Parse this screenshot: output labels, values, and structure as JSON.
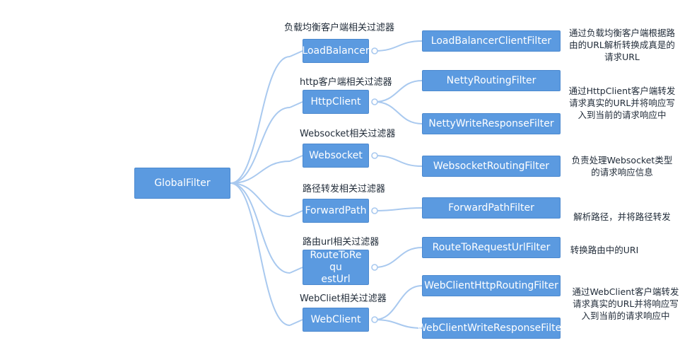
{
  "root": {
    "label": "GlobalFilter"
  },
  "groups": [
    {
      "title": "负载均衡客户端相关过滤器",
      "node": "LoadBalancer",
      "filters": [
        "LoadBalancerClientFilter"
      ],
      "description": [
        "通过负载均衡客户端根据路",
        "由的URL解析转换成真是的",
        "请求URL"
      ]
    },
    {
      "title": "http客户端相关过滤器",
      "node": "HttpClient",
      "filters": [
        "NettyRoutingFilter",
        "NettyWriteResponseFilter"
      ],
      "description": [
        "通过HttpClient客户端转发",
        "请求真实的URL并将响应写",
        "入到当前的请求响应中"
      ]
    },
    {
      "title": "Websocket相关过滤器",
      "node": "Websocket",
      "filters": [
        "WebsocketRoutingFilter"
      ],
      "description": [
        "负责处理Websocket类型",
        "的请求响应信息"
      ]
    },
    {
      "title": "路径转发相关过滤器",
      "node": "ForwardPath",
      "filters": [
        "ForwardPathFilter"
      ],
      "description": [
        "解析路径，并将路径转发"
      ]
    },
    {
      "title": "路由url相关过滤器",
      "node": "RouteToRequestUrl",
      "node_lines": [
        "RouteToRequ",
        "estUrl"
      ],
      "filters": [
        "RouteToRequestUrlFilter"
      ],
      "description": [
        "转换路由中的URI"
      ]
    },
    {
      "title": "WebCliet相关过滤器",
      "node": "WebClient",
      "filters": [
        "WebClientHttpRoutingFilter",
        "WebClientWriteResponseFilter"
      ],
      "description": [
        "通过WebClient客户端转发",
        "请求真实的URL并将响应写",
        "入到当前的请求响应中"
      ]
    }
  ],
  "colors": {
    "node_fill": "#5b9ae0",
    "node_border": "#4c89cf",
    "connector": "#a9c9ef",
    "node_text": "#ffffff",
    "label_text": "#1f2a37"
  }
}
